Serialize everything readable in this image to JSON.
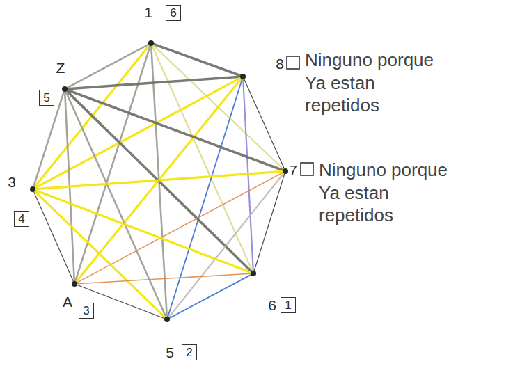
{
  "diagram": {
    "nodes": [
      {
        "text": [
          "1"
        ]
      },
      {
        "text": [
          "6"
        ]
      },
      {
        "text": [
          "8"
        ]
      },
      {
        "text": [
          "Z"
        ]
      },
      {
        "text": [
          "5"
        ]
      },
      {
        "text": [
          "7"
        ]
      },
      {
        "text": [
          "3"
        ]
      },
      {
        "text": [
          "4"
        ]
      },
      {
        "text": [
          "A"
        ]
      },
      {
        "text": [
          "3"
        ]
      },
      {
        "text": [
          "6"
        ]
      },
      {
        "text": [
          "1"
        ]
      },
      {
        "text": [
          "5"
        ]
      },
      {
        "text": [
          "2"
        ]
      }
    ],
    "edges": [
      {
        "from": 0,
        "to": 2,
        "arrow": "none"
      },
      {
        "from": 0,
        "to": 3,
        "arrow": "none"
      },
      {
        "from": 0,
        "to": 5,
        "arrow": "none"
      },
      {
        "from": 0,
        "to": 6,
        "arrow": "none"
      },
      {
        "from": 0,
        "to": 8,
        "arrow": "none"
      },
      {
        "from": 0,
        "to": 10,
        "arrow": "none"
      },
      {
        "from": 0,
        "to": 12,
        "arrow": "none"
      },
      {
        "from": 2,
        "to": 3,
        "arrow": "none"
      },
      {
        "from": 2,
        "to": 5,
        "arrow": "none"
      },
      {
        "from": 2,
        "to": 6,
        "arrow": "none"
      },
      {
        "from": 2,
        "to": 8,
        "arrow": "none"
      },
      {
        "from": 2,
        "to": 10,
        "arrow": "none"
      },
      {
        "from": 2,
        "to": 12,
        "arrow": "none"
      },
      {
        "from": 3,
        "to": 5,
        "arrow": "none"
      },
      {
        "from": 3,
        "to": 6,
        "arrow": "none"
      },
      {
        "from": 3,
        "to": 8,
        "arrow": "none"
      },
      {
        "from": 3,
        "to": 10,
        "arrow": "none"
      },
      {
        "from": 3,
        "to": 12,
        "arrow": "none"
      },
      {
        "from": 5,
        "to": 6,
        "arrow": "none"
      },
      {
        "from": 5,
        "to": 8,
        "arrow": "none"
      },
      {
        "from": 5,
        "to": 10,
        "arrow": "none"
      },
      {
        "from": 5,
        "to": 12,
        "arrow": "none"
      },
      {
        "from": 6,
        "to": 8,
        "arrow": "none"
      },
      {
        "from": 6,
        "to": 10,
        "arrow": "none"
      },
      {
        "from": 6,
        "to": 12,
        "arrow": "none"
      },
      {
        "from": 8,
        "to": 10,
        "arrow": "none"
      },
      {
        "from": 8,
        "to": 12,
        "arrow": "none"
      },
      {
        "from": 10,
        "to": 12,
        "arrow": "none"
      }
    ],
    "labels": [
      "Ninguno porque Ya estan repetidos",
      "Ninguno porque Ya estan repetidos"
    ]
  }
}
